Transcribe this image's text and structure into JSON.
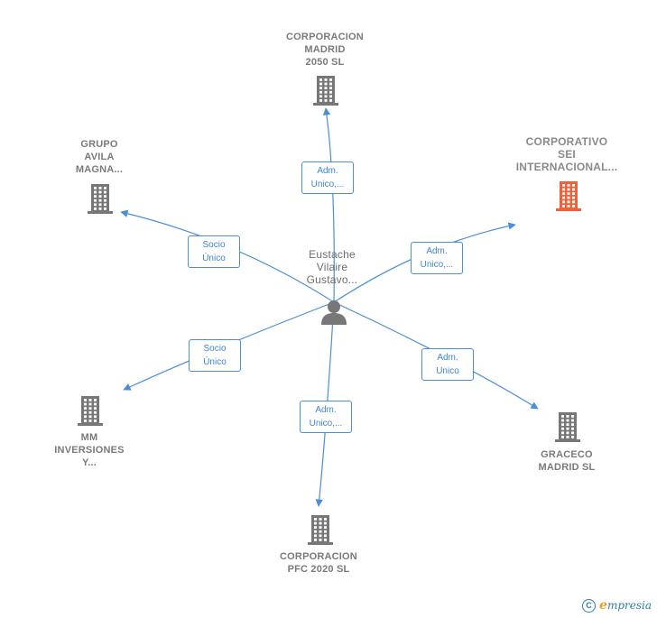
{
  "center": {
    "label_lines": [
      "Eustache",
      "Vilaire",
      "Gustavo..."
    ],
    "icon": "person-icon"
  },
  "nodes": [
    {
      "id": "corporacion-madrid",
      "label_lines": [
        "CORPORACION",
        "MADRID",
        "2050  SL"
      ],
      "icon": "building-icon",
      "color": "#777777",
      "highlight": false
    },
    {
      "id": "corporativo-sei",
      "label_lines": [
        "CORPORATIVO",
        "SEI",
        "INTERNACIONAL..."
      ],
      "icon": "building-icon",
      "color": "#f0603a",
      "highlight": true
    },
    {
      "id": "grupo-avila",
      "label_lines": [
        "GRUPO",
        "AVILA",
        "MAGNA..."
      ],
      "icon": "building-icon",
      "color": "#777777",
      "highlight": false
    },
    {
      "id": "mm-inversiones",
      "label_lines": [
        "MM",
        "INVERSIONES",
        "Y..."
      ],
      "icon": "building-icon",
      "color": "#777777",
      "highlight": false
    },
    {
      "id": "corporacion-pfc",
      "label_lines": [
        "CORPORACION",
        "PFC 2020  SL"
      ],
      "icon": "building-icon",
      "color": "#777777",
      "highlight": false
    },
    {
      "id": "graceco-madrid",
      "label_lines": [
        "GRACECO",
        "MADRID  SL"
      ],
      "icon": "building-icon",
      "color": "#777777",
      "highlight": false
    }
  ],
  "edges": [
    {
      "to": "corporacion-madrid",
      "label_lines": [
        "Adm.",
        "Unico,..."
      ]
    },
    {
      "to": "corporativo-sei",
      "label_lines": [
        "Adm.",
        "Unico,..."
      ]
    },
    {
      "to": "grupo-avila",
      "label_lines": [
        "Socio",
        "Único"
      ]
    },
    {
      "to": "mm-inversiones",
      "label_lines": [
        "Socio",
        "Único"
      ]
    },
    {
      "to": "corporacion-pfc",
      "label_lines": [
        "Adm.",
        "Unico,..."
      ]
    },
    {
      "to": "graceco-madrid",
      "label_lines": [
        "Adm.",
        "Unico"
      ]
    }
  ],
  "colors": {
    "edge": "#4a8fd8",
    "node": "#777777",
    "highlight": "#f0603a"
  },
  "brand": {
    "copyright_symbol": "C",
    "name_initial": "e",
    "name_rest": "mpresia"
  }
}
